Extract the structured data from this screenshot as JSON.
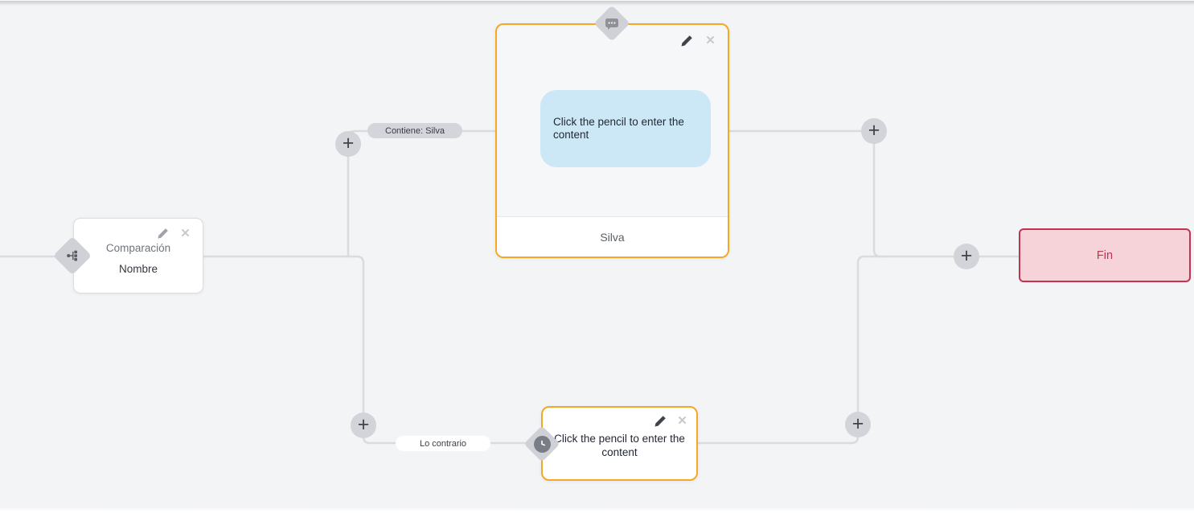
{
  "canvas": {
    "background": "#f3f4f6",
    "connector_color": "#d9dbe0"
  },
  "colors": {
    "accent_orange": "#f6a723",
    "end_node_border": "#c23351",
    "end_node_bg": "#f5d3d9",
    "bubble_bg": "#cce8f6"
  },
  "nodes": {
    "comparison": {
      "subtitle": "Comparación",
      "title": "Nombre",
      "type_icon": "branch-icon"
    },
    "message": {
      "placeholder": "Click the pencil to enter the content",
      "footer": "Silva",
      "type_icon": "chat-icon"
    },
    "delay": {
      "placeholder": "Click the pencil to enter the content",
      "type_icon": "clock-icon"
    },
    "end": {
      "label": "Fin"
    }
  },
  "edges": {
    "contains_label": "Contiene: Silva",
    "otherwise_label": "Lo contrario"
  },
  "icons": {
    "add": "+",
    "close": "✕"
  }
}
